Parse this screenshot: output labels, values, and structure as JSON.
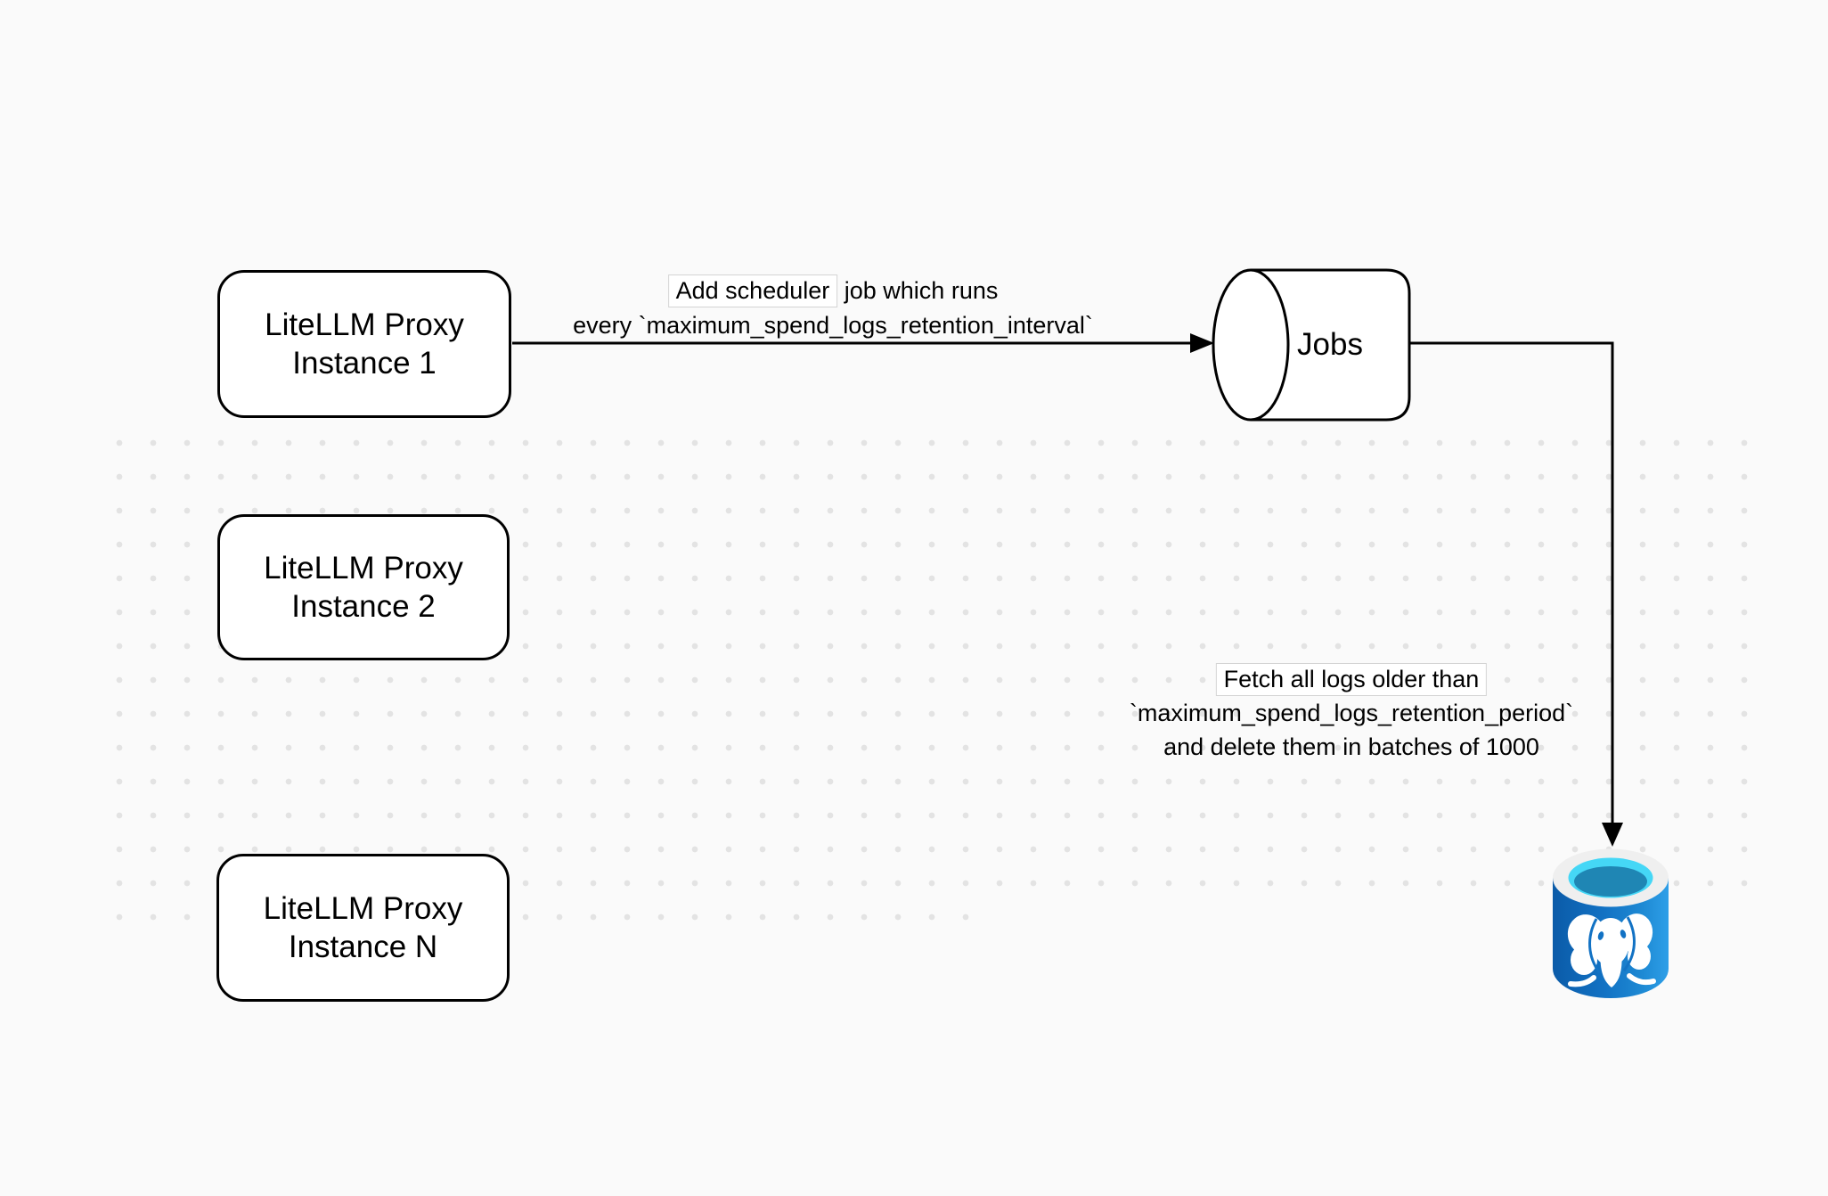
{
  "nodes": {
    "proxy1": {
      "line1": "LiteLLM Proxy",
      "line2": "Instance 1"
    },
    "proxy2": {
      "line1": "LiteLLM Proxy",
      "line2": "Instance 2"
    },
    "proxyN": {
      "line1": "LiteLLM Proxy",
      "line2": "Instance N"
    },
    "jobs": {
      "label": "Jobs"
    }
  },
  "edges": {
    "scheduler": {
      "label_boxed": "Add scheduler",
      "label_rest": " job which runs",
      "line2": "every `maximum_spend_logs_retention_interval`"
    },
    "cleanup": {
      "line1": "Fetch all logs older than",
      "line2": "`maximum_spend_logs_retention_period`",
      "line3": "and delete them in batches of 1000"
    }
  },
  "icons": {
    "jobs_shape": "queue-cylinder-icon",
    "database": "postgresql-database-icon"
  },
  "colors": {
    "stroke": "#000000",
    "background": "#fafafa",
    "grid_dot": "#e3e3e3",
    "label_box_border": "#d4d4d4",
    "postgres_body": "#1272c4",
    "postgres_body_dark": "#0b5ba8",
    "postgres_body_mid": "#1e8ad4",
    "postgres_body_light": "#2e9fe8",
    "postgres_rim": "#efefef",
    "postgres_cyan": "#45d7f6",
    "postgres_teal": "#1f86b4",
    "elephant": "#ffffff"
  }
}
